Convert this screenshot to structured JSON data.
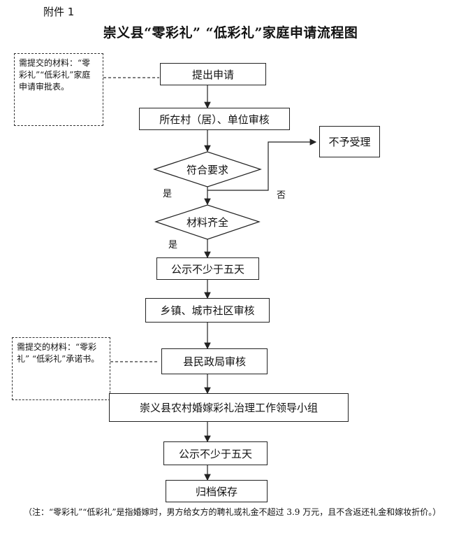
{
  "header": {
    "attachment": "附件 1",
    "title": "崇义县“零彩礼” “低彩礼”家庭申请流程图"
  },
  "notes": {
    "top": "需提交的材料：“零彩礼”“低彩礼”家庭申请审批表。",
    "bottom": "需提交的材料：“零彩礼” “低彩礼”承诺书。"
  },
  "steps": {
    "apply": "提出申请",
    "village_review": "所在村（居）、单位审核",
    "reject": "不予受理",
    "meets_requirements": "符合要求",
    "materials_complete": "材料齐全",
    "publicity1": "公示不少于五天",
    "township_review": "乡镇、城市社区审核",
    "civil_affairs_review": "县民政局审核",
    "leading_group": "崇义县农村婚嫁彩礼治理工作领导小组",
    "publicity2": "公示不少于五天",
    "archive": "归档保存"
  },
  "branch_labels": {
    "yes1": "是",
    "no": "否",
    "yes2": "是"
  },
  "footnote": "（注：“零彩礼”“低彩礼”是指婚嫁时，男方给女方的聘礼或礼金不超过 3.9 万元，且不含返还礼金和嫁妆折价。）"
}
